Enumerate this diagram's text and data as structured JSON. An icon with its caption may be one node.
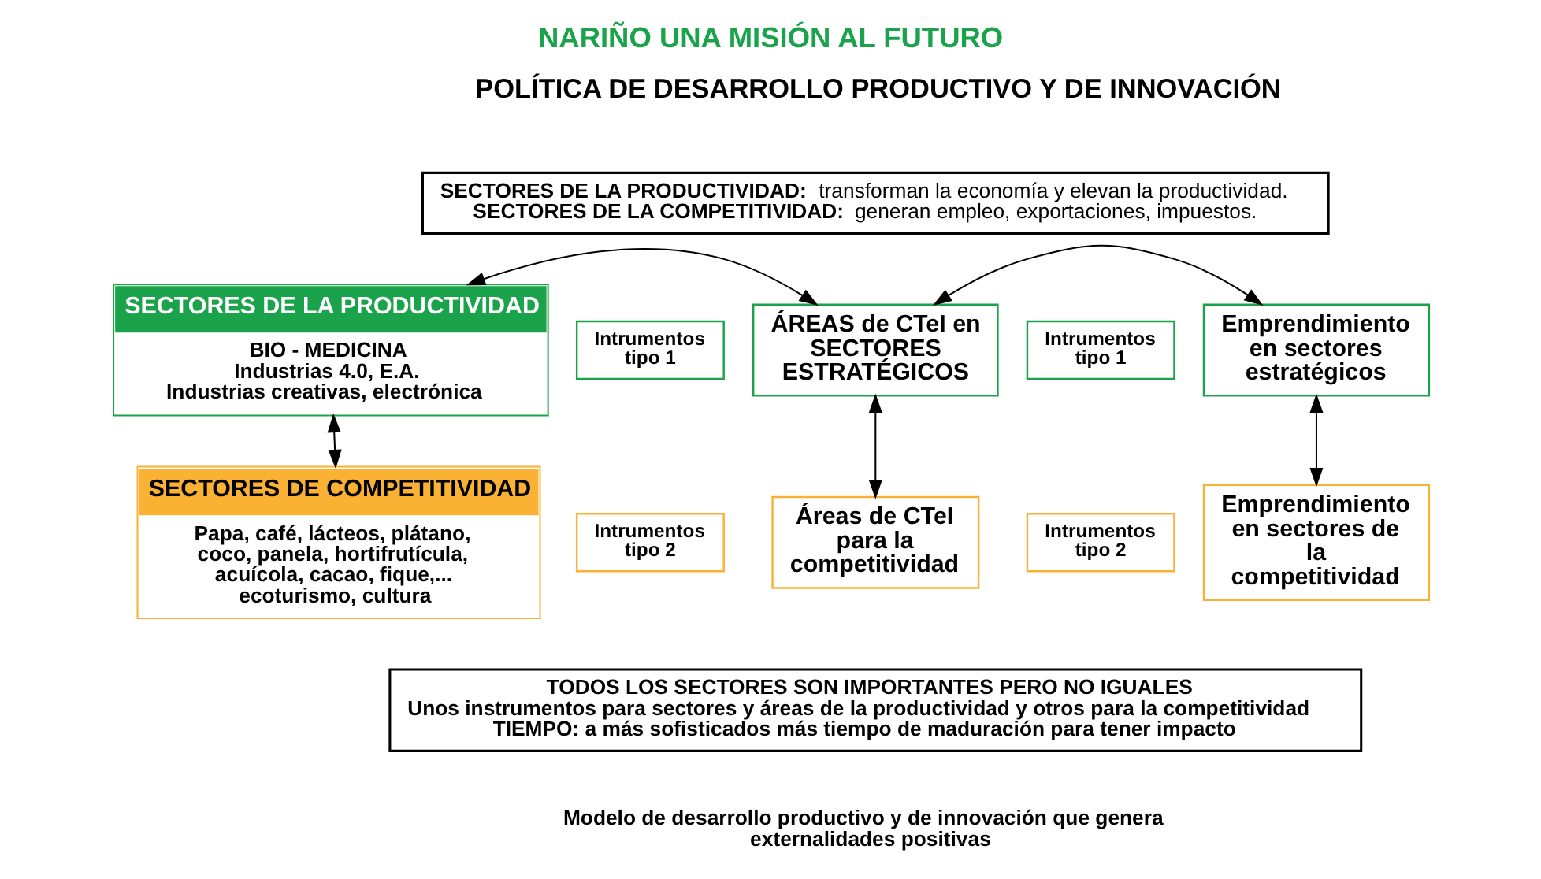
{
  "diagram": {
    "title": "NARIÑO UNA MISIÓN AL FUTURO",
    "caption": "Modelo de desarrollo productivo y de innovación que genera externalidades positivas",
    "nodes": [
      {
        "text": [
          "**SECTORES DE LA PRODUCTIVIDAD:** transforman la economía y elevan la productividad.",
          "**SECTORES DE LA COMPETITIVIDAD:** generan empleo, exportaciones, impuestos."
        ]
      },
      {
        "text": [
          "SECTORES DE LA PRODUCTIVIDAD",
          "BIO - MEDICINA",
          "Industrias 4.0, E.A.",
          "Industrias creativas, electrónica"
        ]
      },
      {
        "text": [
          "Intrumentos tipo 1"
        ]
      },
      {
        "text": [
          "ÁREAS de CTeI en SECTORES ESTRATÉGICOS"
        ]
      },
      {
        "text": [
          "Intrumentos tipo 1"
        ]
      },
      {
        "text": [
          "Emprendimiento en sectores estratégicos"
        ]
      },
      {
        "text": [
          "SECTORES DE COMPETITIVIDAD",
          "Papa, café, lácteos, plátano,",
          "coco, panela, hortifrutícula,",
          "acuícola, cacao, fique,...",
          "ecoturismo, cultura"
        ]
      },
      {
        "text": [
          "Intrumentos tipo 2"
        ]
      },
      {
        "text": [
          "Áreas de CTeI para la competitividad"
        ]
      },
      {
        "text": [
          "Intrumentos tipo 2"
        ]
      },
      {
        "text": [
          "Emprendimiento en sectores de la competitividad"
        ]
      },
      {
        "text": [
          "TODOS LOS SECTORES SON IMPORTANTES PERO NO IGUALES",
          "Unos instrumentos para sectores y áreas de la productividad y otros para la competitividad",
          "TIEMPO: a más sofisticados más tiempo de maduración para tener impacto"
        ]
      }
    ],
    "edges": [
      {
        "from": 1,
        "to": 6,
        "arrow": "both"
      },
      {
        "from": 1,
        "to": 3,
        "arrow": "both"
      },
      {
        "from": 3,
        "to": 8,
        "arrow": "both"
      },
      {
        "from": 3,
        "to": 5,
        "arrow": "both"
      },
      {
        "from": 5,
        "to": 10,
        "arrow": "both"
      }
    ],
    "labels": [
      "POLÍTICA DE DESARROLLO PRODUCTIVO Y DE INNOVACIÓN"
    ]
  }
}
